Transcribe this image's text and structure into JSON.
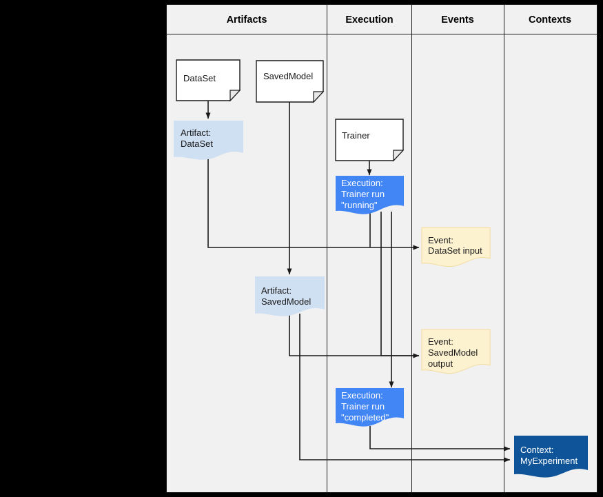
{
  "canvas": {
    "background": "#000000",
    "lane_background": "#f1f1f1",
    "lane_border": "#1a1a1a",
    "connector_color": "#1a1a1a"
  },
  "lanes": [
    {
      "id": "artifacts",
      "title": "Artifacts"
    },
    {
      "id": "execution",
      "title": "Execution"
    },
    {
      "id": "events",
      "title": "Events"
    },
    {
      "id": "contexts",
      "title": "Contexts"
    }
  ],
  "colors": {
    "doc_fill": "#ffffff",
    "doc_stroke": "#1a1a1a",
    "artifact_fill": "#cfe0f3",
    "execution_fill": "#4285f4",
    "event_fill": "#fdf2d0",
    "event_stroke": "#f2dba0",
    "context_fill": "#0f5499",
    "text_dark": "#1a1a1a",
    "text_light": "#ffffff"
  },
  "nodes": [
    {
      "id": "dataset-doc",
      "kind": "document",
      "lane": "artifacts",
      "lines": [
        "DataSet"
      ]
    },
    {
      "id": "savedmodel-doc",
      "kind": "document",
      "lane": "artifacts",
      "lines": [
        "SavedModel"
      ]
    },
    {
      "id": "trainer-doc",
      "kind": "document",
      "lane": "execution",
      "lines": [
        "Trainer"
      ]
    },
    {
      "id": "artifact-dataset",
      "kind": "artifact",
      "lane": "artifacts",
      "lines": [
        "Artifact:",
        "DataSet"
      ]
    },
    {
      "id": "execution-running",
      "kind": "execution",
      "lane": "execution",
      "lines": [
        "Execution:",
        "Trainer run",
        "\"running\""
      ]
    },
    {
      "id": "event-dataset-input",
      "kind": "event",
      "lane": "events",
      "lines": [
        "Event:",
        "DataSet input"
      ]
    },
    {
      "id": "artifact-savedmodel",
      "kind": "artifact",
      "lane": "artifacts",
      "lines": [
        "Artifact:",
        "SavedModel"
      ]
    },
    {
      "id": "event-savedmodel-output",
      "kind": "event",
      "lane": "events",
      "lines": [
        "Event:",
        "SavedModel",
        "output"
      ]
    },
    {
      "id": "execution-completed",
      "kind": "execution",
      "lane": "execution",
      "lines": [
        "Execution:",
        "Trainer run",
        "\"completed\""
      ]
    },
    {
      "id": "context-myexperiment",
      "kind": "context",
      "lane": "contexts",
      "lines": [
        "Context:",
        "MyExperiment"
      ]
    }
  ],
  "edges": [
    {
      "from": "dataset-doc",
      "to": "artifact-dataset"
    },
    {
      "from": "trainer-doc",
      "to": "execution-running"
    },
    {
      "from": "artifact-dataset",
      "to": "event-dataset-input"
    },
    {
      "from": "execution-running",
      "to": "event-dataset-input"
    },
    {
      "from": "savedmodel-doc",
      "to": "artifact-savedmodel"
    },
    {
      "from": "artifact-savedmodel",
      "to": "event-savedmodel-output"
    },
    {
      "from": "execution-running",
      "to": "event-savedmodel-output"
    },
    {
      "from": "execution-running",
      "to": "execution-completed"
    },
    {
      "from": "execution-completed",
      "to": "context-myexperiment"
    },
    {
      "from": "artifact-savedmodel",
      "to": "context-myexperiment"
    }
  ]
}
